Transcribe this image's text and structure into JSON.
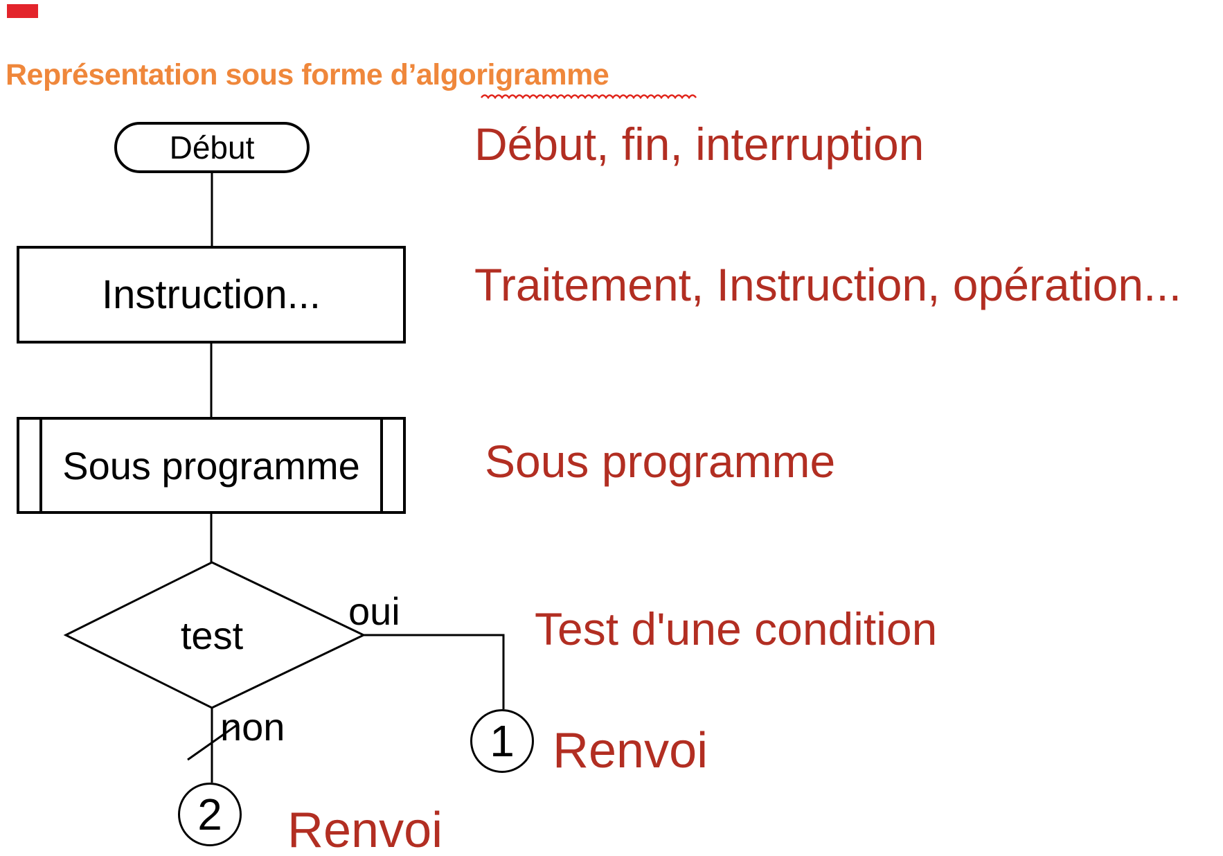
{
  "title": {
    "text": "Représentation sous forme d’algorigramme",
    "misspelled_word": "algorigramme"
  },
  "flowchart": {
    "start_label": "Début",
    "instruction_label": "Instruction...",
    "subprogram_label": "Sous programme",
    "test_label": "test",
    "yes_label": "oui",
    "no_label": "non",
    "connector1_label": "1",
    "connector2_label": "2"
  },
  "legend": {
    "start_desc": "Début, fin, interruption",
    "process_desc": "Traitement, Instruction, opération...",
    "subprogram_desc": "Sous programme",
    "test_desc": "Test d'une condition",
    "renvoi1_desc": "Renvoi",
    "renvoi2_desc": "Renvoi"
  },
  "colors": {
    "heading_orange": "#ef873b",
    "legend_red": "#b22e22",
    "squiggle_red": "#e1251b",
    "marker_red": "#e3242b",
    "line_black": "#000000"
  }
}
